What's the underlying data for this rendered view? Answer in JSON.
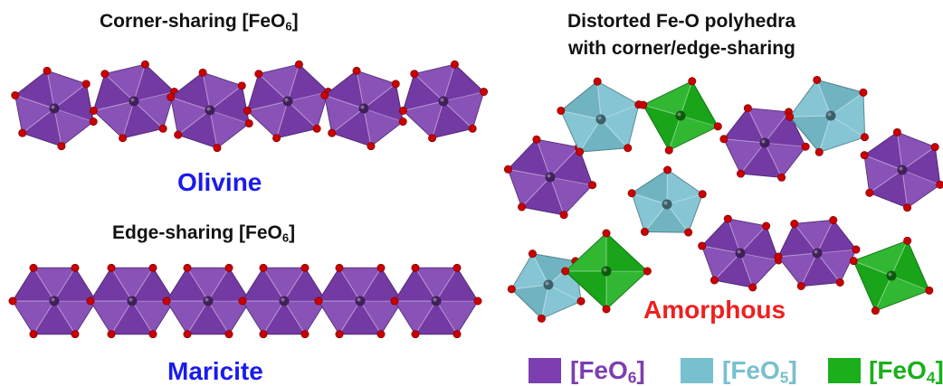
{
  "left_top": {
    "title_prefix": "Corner-sharing [FeO",
    "title_sub": "6",
    "title_suffix": "]",
    "label": "Olivine"
  },
  "left_bottom": {
    "title_prefix": "Edge-sharing [FeO",
    "title_sub": "6",
    "title_suffix": "]",
    "label": "Maricite"
  },
  "right": {
    "title_line1": "Distorted Fe-O polyhedra",
    "title_line2": "with corner/edge-sharing",
    "label": "Amorphous"
  },
  "legend": [
    {
      "prefix": "[FeO",
      "sub": "6",
      "suffix": "]",
      "color": "#7d3fb0"
    },
    {
      "prefix": "[FeO",
      "sub": "5",
      "suffix": "]",
      "color": "#79c0cf"
    },
    {
      "prefix": "[FeO",
      "sub": "4",
      "suffix": "]",
      "color": "#1bb01b"
    }
  ],
  "colors": {
    "feo6": "#7d3fb0",
    "feo5": "#79c0cf",
    "feo4": "#1bb01b",
    "oxygen": "#c80000",
    "label_blue": "#1a1aee",
    "label_red": "#ee2020"
  }
}
